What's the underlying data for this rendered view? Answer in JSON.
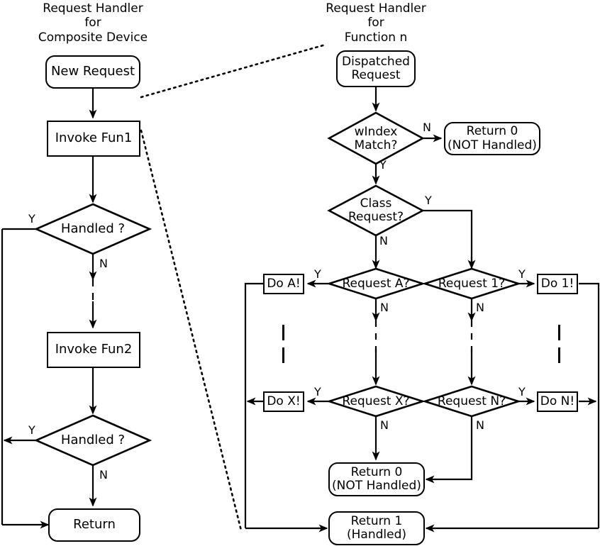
{
  "diagram": {
    "type": "flowchart",
    "title_left": "Request Handler\nfor\nComposite Device",
    "title_right": "Request Handler\nfor\nFunction n",
    "stroke_color": "#000000",
    "background_color": "#ffffff"
  },
  "left_flow": {
    "nodes": [
      {
        "id": "new-request",
        "label": "New Request",
        "shape": "terminator"
      },
      {
        "id": "invoke-fun1",
        "label": "Invoke Fun1",
        "shape": "process"
      },
      {
        "id": "handled-1",
        "label": "Handled ?",
        "shape": "decision"
      },
      {
        "id": "invoke-fun2",
        "label": "Invoke Fun2",
        "shape": "process"
      },
      {
        "id": "handled-2",
        "label": "Handled ?",
        "shape": "decision"
      },
      {
        "id": "return",
        "label": "Return",
        "shape": "terminator"
      }
    ],
    "edge_labels": {
      "handled1_yes": "Y",
      "handled1_no": "N",
      "handled2_yes": "Y",
      "handled2_no": "N"
    }
  },
  "right_flow": {
    "nodes": [
      {
        "id": "dispatched-request",
        "label": "Dispatched\nRequest",
        "shape": "terminator"
      },
      {
        "id": "windex-match",
        "label": "wIndex\nMatch?",
        "shape": "decision"
      },
      {
        "id": "return0-top",
        "label": "Return 0\n(NOT Handled)",
        "shape": "terminator"
      },
      {
        "id": "class-request",
        "label": "Class\nRequest?",
        "shape": "decision"
      },
      {
        "id": "request-a",
        "label": "Request A?",
        "shape": "decision"
      },
      {
        "id": "request-x",
        "label": "Request X?",
        "shape": "decision"
      },
      {
        "id": "request-1",
        "label": "Request 1?",
        "shape": "decision"
      },
      {
        "id": "request-n",
        "label": "Request N?",
        "shape": "decision"
      },
      {
        "id": "do-a",
        "label": "Do A!",
        "shape": "process"
      },
      {
        "id": "do-x",
        "label": "Do X!",
        "shape": "process"
      },
      {
        "id": "do-1",
        "label": "Do 1!",
        "shape": "process"
      },
      {
        "id": "do-n",
        "label": "Do N!",
        "shape": "process"
      },
      {
        "id": "return0-bottom",
        "label": "Return 0\n(NOT Handled)",
        "shape": "terminator"
      },
      {
        "id": "return1-bottom",
        "label": "Return 1\n(Handled)",
        "shape": "terminator"
      }
    ],
    "edge_labels": {
      "windex_no": "N",
      "windex_yes": "Y",
      "class_yes": "Y",
      "class_no": "N",
      "request_a_yes": "Y",
      "request_a_no": "N",
      "request_x_yes": "Y",
      "request_x_no": "N",
      "request_1_yes": "Y",
      "request_1_no": "N",
      "request_n_yes": "Y",
      "request_n_no": "N"
    }
  },
  "node_text": {
    "new_request": "New Request",
    "invoke_fun1": "Invoke Fun1",
    "handled_1": "Handled ?",
    "invoke_fun2": "Invoke Fun2",
    "handled_2": "Handled ?",
    "return_plain": "Return",
    "dispatched_request_l1": "Dispatched",
    "dispatched_request_l2": "Request",
    "windex_l1": "wIndex",
    "windex_l2": "Match?",
    "return0_top_l1": "Return 0",
    "return0_top_l2": "(NOT Handled)",
    "class_l1": "Class",
    "class_l2": "Request?",
    "request_a": "Request A?",
    "request_x": "Request X?",
    "request_1": "Request 1?",
    "request_n": "Request N?",
    "do_a": "Do A!",
    "do_x": "Do X!",
    "do_1": "Do 1!",
    "do_n": "Do N!",
    "return0_bot_l1": "Return 0",
    "return0_bot_l2": "(NOT Handled)",
    "return1_bot_l1": "Return 1",
    "return1_bot_l2": "(Handled)"
  },
  "labels": {
    "y": "Y",
    "n": "N"
  }
}
